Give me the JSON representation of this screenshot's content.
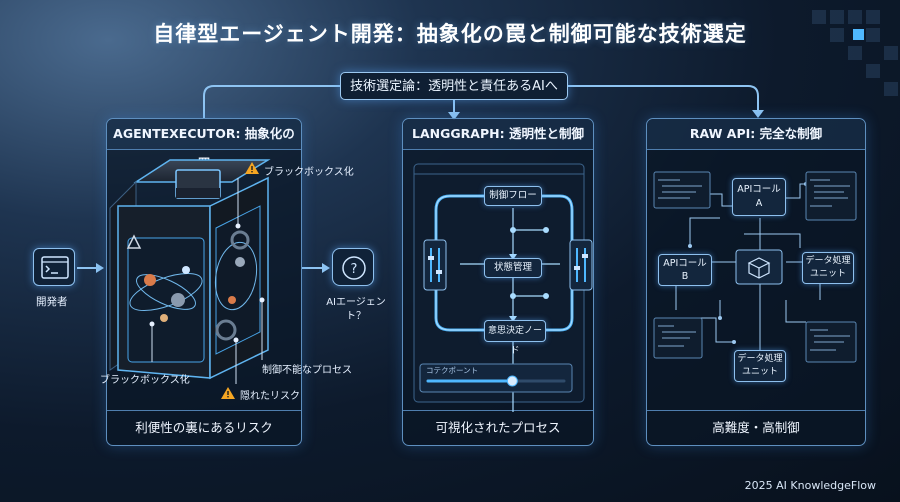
{
  "title": "自律型エージェント開発：抽象化の罠と制御可能な技術選定",
  "hub_label": "技術選定論：透明性と責任あるAIへ",
  "developer_label": "開発者",
  "ai_agent_label": "AIエージェント？",
  "panels": [
    {
      "header": "AGENTEXECUTOR: 抽象化の罠",
      "footer": "利便性の裏にあるリスク",
      "callouts": {
        "blackbox_top": "ブラックボックス化",
        "blackbox_left": "ブラックボックス化",
        "uncontrollable": "制御不能なプロセス",
        "hidden_risk": "隠れたリスク"
      }
    },
    {
      "header": "LANGGRAPH: 透明性と制御",
      "footer": "可視化されたプロセス",
      "nodes": {
        "control_flow": "制御フロー",
        "state": "状態管理",
        "decision": "意思決定ノード"
      },
      "checkpoint_label": "コテクポーント",
      "checkpoint_value": 0.62
    },
    {
      "header": "RAW API: 完全な制御",
      "footer": "高難度・高制御",
      "nodes": {
        "api_a": "APIコール\nA",
        "api_b": "APIコール\nB",
        "data_top": "データ処理\nユニット",
        "data_bottom": "データ処理\nユニット"
      }
    }
  ],
  "copyright": "2025 AI KnowledgeFlow",
  "colors": {
    "accent": "#4fb8ff",
    "warning": "#f5a623",
    "panel_border": "#5e8fbf"
  }
}
